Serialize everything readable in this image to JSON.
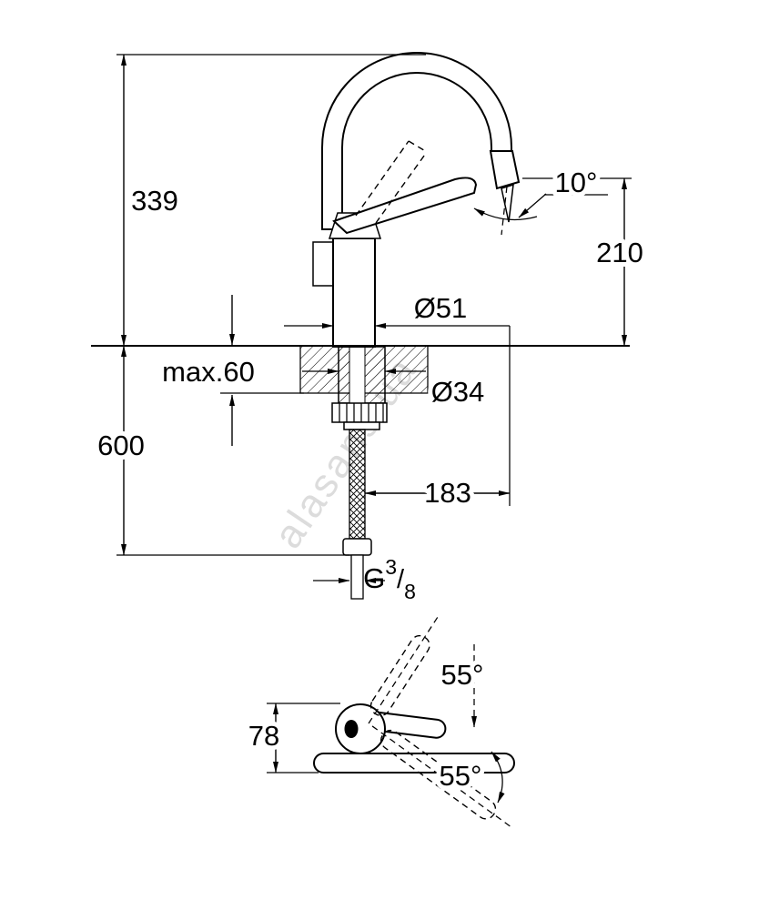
{
  "colors": {
    "ink": "#000000",
    "watermark": "#c0c0c0",
    "background": "#ffffff"
  },
  "watermark": {
    "text": "alasans.ua"
  },
  "side_view": {
    "total_height": "339",
    "outlet_height": "210",
    "outlet_angle": "10°",
    "body_diameter": "Ø51",
    "max_deck_thickness": "max.60",
    "shank_diameter": "Ø34",
    "hose_drop": "600",
    "spout_reach": "183",
    "thread": {
      "prefix": "G",
      "numerator": "3",
      "slash": "/",
      "denominator": "8"
    }
  },
  "plan_view": {
    "lever_width": "78",
    "swivel_upper": "55°",
    "swivel_lower": "55°"
  }
}
